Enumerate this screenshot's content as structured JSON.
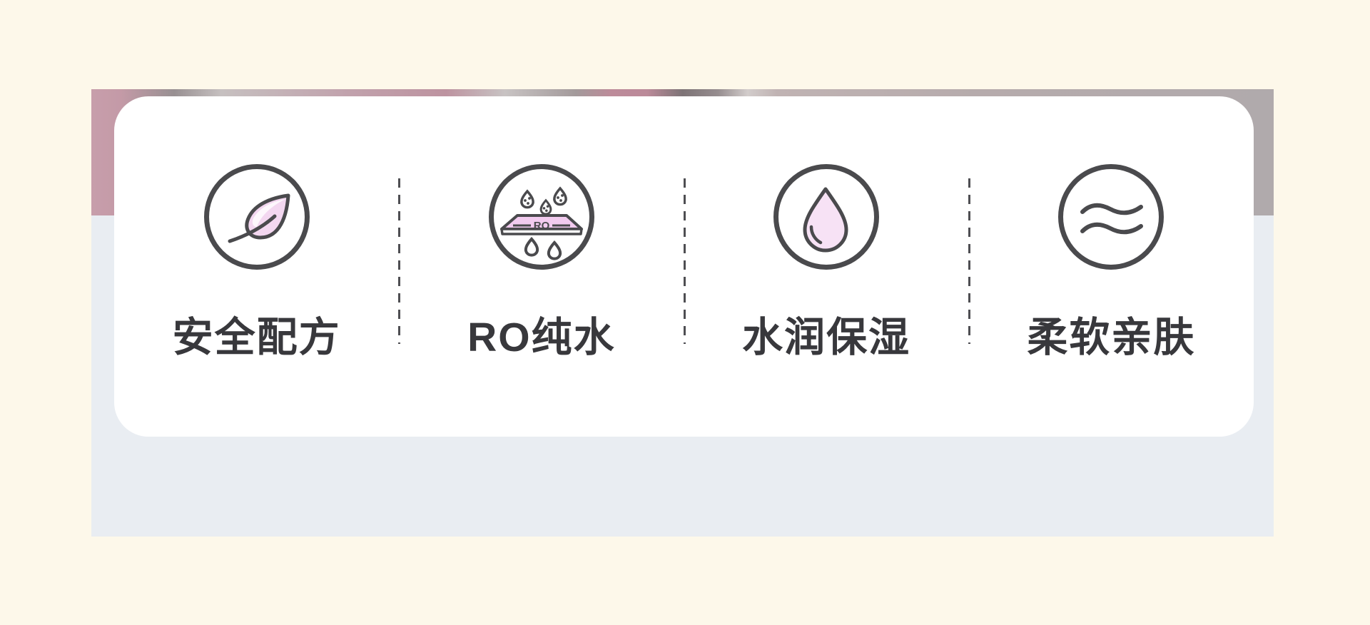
{
  "page": {
    "background_color": "#FDF8EA"
  },
  "photo_banner": {
    "top_left_color": "#C49AA7",
    "top_right_color": "#B0AAAC",
    "bottom_color": "#E9EDF2"
  },
  "card": {
    "background_color": "#FFFFFF",
    "text_color": "#38383C",
    "icon_stroke_color": "#4A4A4D",
    "icon_fill_pink": "#F3D7F0",
    "icon_fill_pink_light": "#F7E2F5",
    "divider_color": "#4E4E52",
    "features": [
      {
        "icon": "leaf-icon",
        "label": "安全配方"
      },
      {
        "icon": "ro-filter-icon",
        "label": "RO纯水",
        "icon_text": "RO"
      },
      {
        "icon": "water-drop-icon",
        "label": "水润保湿"
      },
      {
        "icon": "waves-icon",
        "label": "柔软亲肤"
      }
    ]
  }
}
